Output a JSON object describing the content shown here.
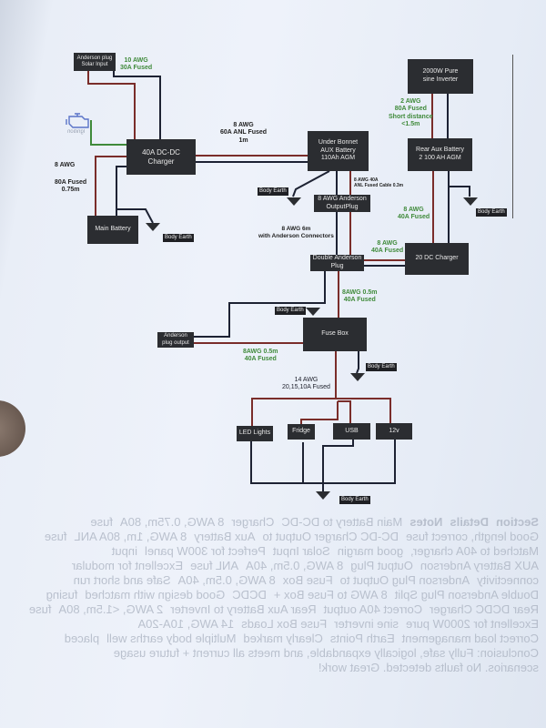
{
  "back_page": {
    "headers": [
      "Section",
      "Details",
      "Notes"
    ],
    "rows": [
      {
        "section": "Main Battery to DC-DC",
        "section2": "Charger",
        "details": "8 AWG, 0.75m, 80A",
        "details2": "fuse",
        "notes": "Good length, correct fuse"
      },
      {
        "section": "DC-DC Charger Output to",
        "section2": "Aux Battery",
        "details": "8 AWG, 1m, 80A ANL",
        "details2": "fuse",
        "notes": "Matched to 40A charger,",
        "notes2": "good margin"
      },
      {
        "section": "Solar Input",
        "details": "",
        "notes": "Perfect for 300W panel",
        "notes2": "input"
      },
      {
        "section": "AUX Battery Anderson",
        "section2": "Output Plug",
        "details": "8 AWG, 0.5m, 40A",
        "details2": "ANL fuse",
        "notes": "Excellent for modular",
        "notes2": "connectivity"
      },
      {
        "section": "Anderson Plug Output to",
        "section2": "Fuse Box",
        "details": "8 AWG, 0.5m, 40A",
        "notes": "Safe and short run"
      },
      {
        "section": "Double Anderson Plug Split",
        "details": "8 AWG to Fuse Box +",
        "details2": "DCDC",
        "notes": "Good design with matched",
        "notes2": "fusing"
      },
      {
        "section": "Rear DCDC Charger",
        "notes": "Correct 40A output"
      },
      {
        "section": "Rear Aux Battery to Inverter",
        "details": "2 AWG, <1.5m, 80A",
        "details2": "fuse",
        "notes": "Excellent for 2000W pure",
        "notes2": "sine inverter"
      },
      {
        "section": "Fuse Box Loads",
        "details": "14 AWG, 10A-20A",
        "notes": "Correct load management"
      },
      {
        "section": "Earth Points",
        "details": "Clearly marked",
        "notes": "Multiple body earths well",
        "notes2": "placed"
      }
    ],
    "conclusion": "Conclusion: Fully safe, logically expandable, and meets all current + future usage",
    "conclusion2": "scenarios. No faults detected. Great work!"
  },
  "diagram": {
    "components": {
      "solar_plug": "Anderson plug Solar Input",
      "dcdc": "40A DC-DC Charger",
      "main_battery": "Main Battery",
      "aux_battery": "Under Bonnet AUX Battery 110Ah AGM",
      "anderson_output": "8 AWG Anderson OutputPlug",
      "double_anderson": "Double Anderson Plug",
      "inverter": "2000W Pure sine Inverter",
      "rear_battery": "Rear Aux Battery 2 100 AH AGM",
      "dc_charger_20": "20 DC Charger",
      "fuse_box": "Fuse Box",
      "anderson_plug_output": "Anderson plug output",
      "led_lights": "LED Lights",
      "fridge": "Fridge",
      "usb": "USB",
      "twelve_v": "12v"
    },
    "labels": {
      "solar_awg": "10 AWG",
      "solar_fuse": "30A Fused",
      "main_awg": "8 AWG",
      "main_fuse": "80A Fused",
      "main_len": "0.75m",
      "aux_awg": "8 AWG",
      "aux_fuse": "60A ANL Fused",
      "aux_len": "1m",
      "inv_awg": "2 AWG",
      "inv_fuse": "80A Fused",
      "inv_dist": "Short distance",
      "inv_len": "<1.5m",
      "anl_cable": "8 AWG 40A",
      "anl_cable2": "ANL Fused Cable 0.3m",
      "long_run": "8 AWG 6m",
      "long_run2": "with Anderson Connectors",
      "rear_awg": "8 AWG",
      "rear_fuse": "40A Fused",
      "dap_awg": "8 AWG",
      "dap_fuse": "40A Fused",
      "fb_awg": "8AWG 0.5m",
      "fb_fuse": "40A Fused",
      "apo_awg": "8AWG 0.5m",
      "apo_fuse": "40A Fused",
      "loads_awg": "14 AWG",
      "loads_fuse": "20,15,10A Fused",
      "ignition": "Ignition",
      "body_earth": "Body Earth"
    }
  }
}
